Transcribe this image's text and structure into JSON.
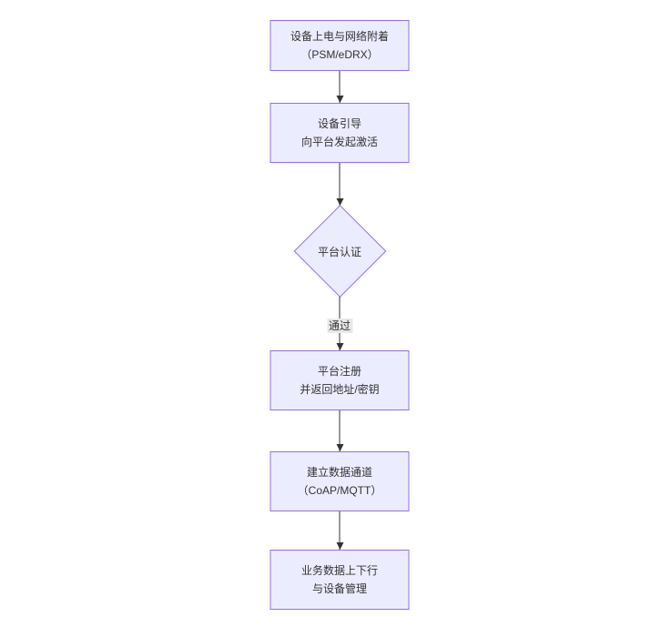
{
  "diagram": {
    "type": "flowchart-vertical",
    "colors": {
      "background": "#ffffff",
      "node_fill": "#ECECFF",
      "node_border": "#9370DB",
      "text": "#333333",
      "arrow": "#333333",
      "edge_label_bg": "#e8e8e8"
    },
    "nodes": [
      {
        "id": "power-attach",
        "shape": "rect",
        "lines": [
          "设备上电与网络附着",
          "（PSM/eDRX）"
        ]
      },
      {
        "id": "bootstrap",
        "shape": "rect",
        "lines": [
          "设备引导",
          "向平台发起激活"
        ]
      },
      {
        "id": "platform-auth",
        "shape": "diamond",
        "lines": [
          "平台认证"
        ]
      },
      {
        "id": "register",
        "shape": "rect",
        "lines": [
          "平台注册",
          "并返回地址/密钥"
        ]
      },
      {
        "id": "data-channel",
        "shape": "rect",
        "lines": [
          "建立数据通道",
          "（CoAP/MQTT）"
        ]
      },
      {
        "id": "business-data",
        "shape": "rect",
        "lines": [
          "业务数据上下行",
          "与设备管理"
        ]
      }
    ],
    "edges": [
      {
        "from": "power-attach",
        "to": "bootstrap",
        "label": ""
      },
      {
        "from": "bootstrap",
        "to": "platform-auth",
        "label": ""
      },
      {
        "from": "platform-auth",
        "to": "register",
        "label": "通过"
      },
      {
        "from": "register",
        "to": "data-channel",
        "label": ""
      },
      {
        "from": "data-channel",
        "to": "business-data",
        "label": ""
      }
    ]
  }
}
